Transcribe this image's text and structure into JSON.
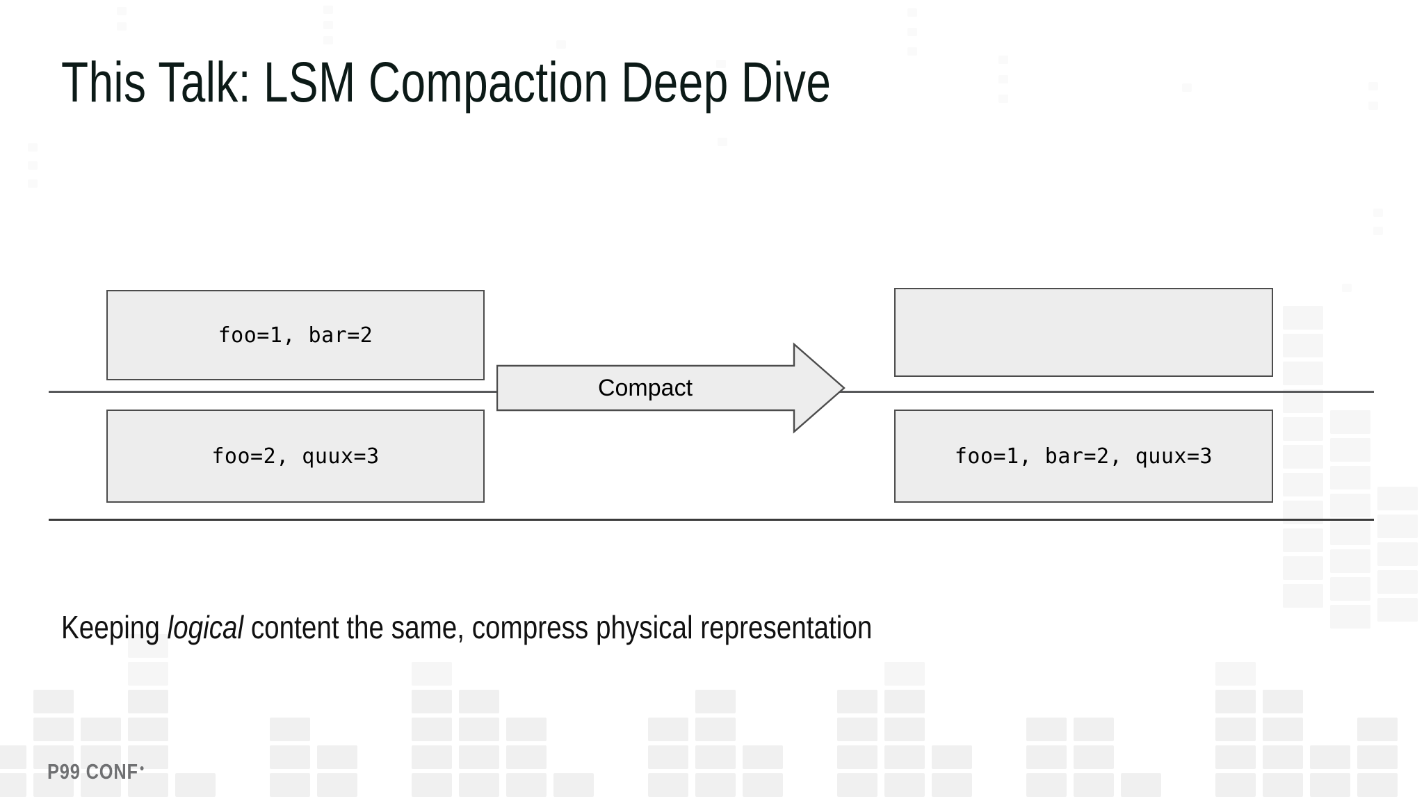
{
  "slide": {
    "title": "This Talk: LSM Compaction Deep Dive",
    "caption": {
      "before": "Keeping ",
      "emphasis": "logical",
      "after": " content the same, compress physical representation"
    },
    "footer_logo": "P99 CONF"
  },
  "diagram": {
    "source_level": {
      "top_box": "foo=1, bar=2",
      "bottom_box": "foo=2, quux=3"
    },
    "destination_level": {
      "top_box": "",
      "bottom_box": "foo=1, bar=2, quux=3"
    },
    "arrow_label": "Compact"
  },
  "colors": {
    "title": "#0c1a17",
    "box_fill": "#ededed",
    "box_border": "#4c4c4c",
    "line": "#58595b",
    "logo": "#6f7072",
    "background": "#ffffff",
    "pattern": "#f0f0f0"
  }
}
